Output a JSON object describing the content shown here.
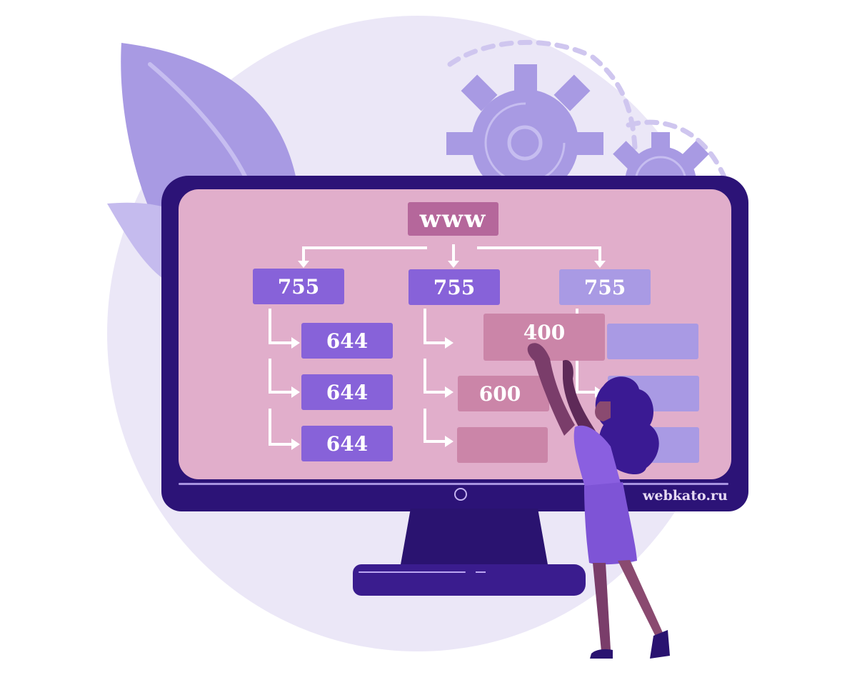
{
  "scene": {
    "description": "Illustration of a woman touching a monitor showing a file permissions tree",
    "colors": {
      "background_circle": "#ebe7f7",
      "monitor_frame": "#2c1377",
      "screen": "#e1aecb",
      "box_dark": "#8762d9",
      "box_light": "#a99ae4",
      "box_pink": "#cb85a8",
      "box_root": "#b5679b",
      "arrow": "#ffffff"
    }
  },
  "diagram": {
    "root": {
      "label": "www"
    },
    "columns": [
      {
        "label": "755",
        "children": [
          "644",
          "644",
          "644"
        ]
      },
      {
        "label": "755",
        "children": [
          "400",
          "600",
          ""
        ]
      },
      {
        "label": "755",
        "children": [
          "",
          "",
          ""
        ]
      }
    ]
  },
  "watermark": "webkato.ru"
}
